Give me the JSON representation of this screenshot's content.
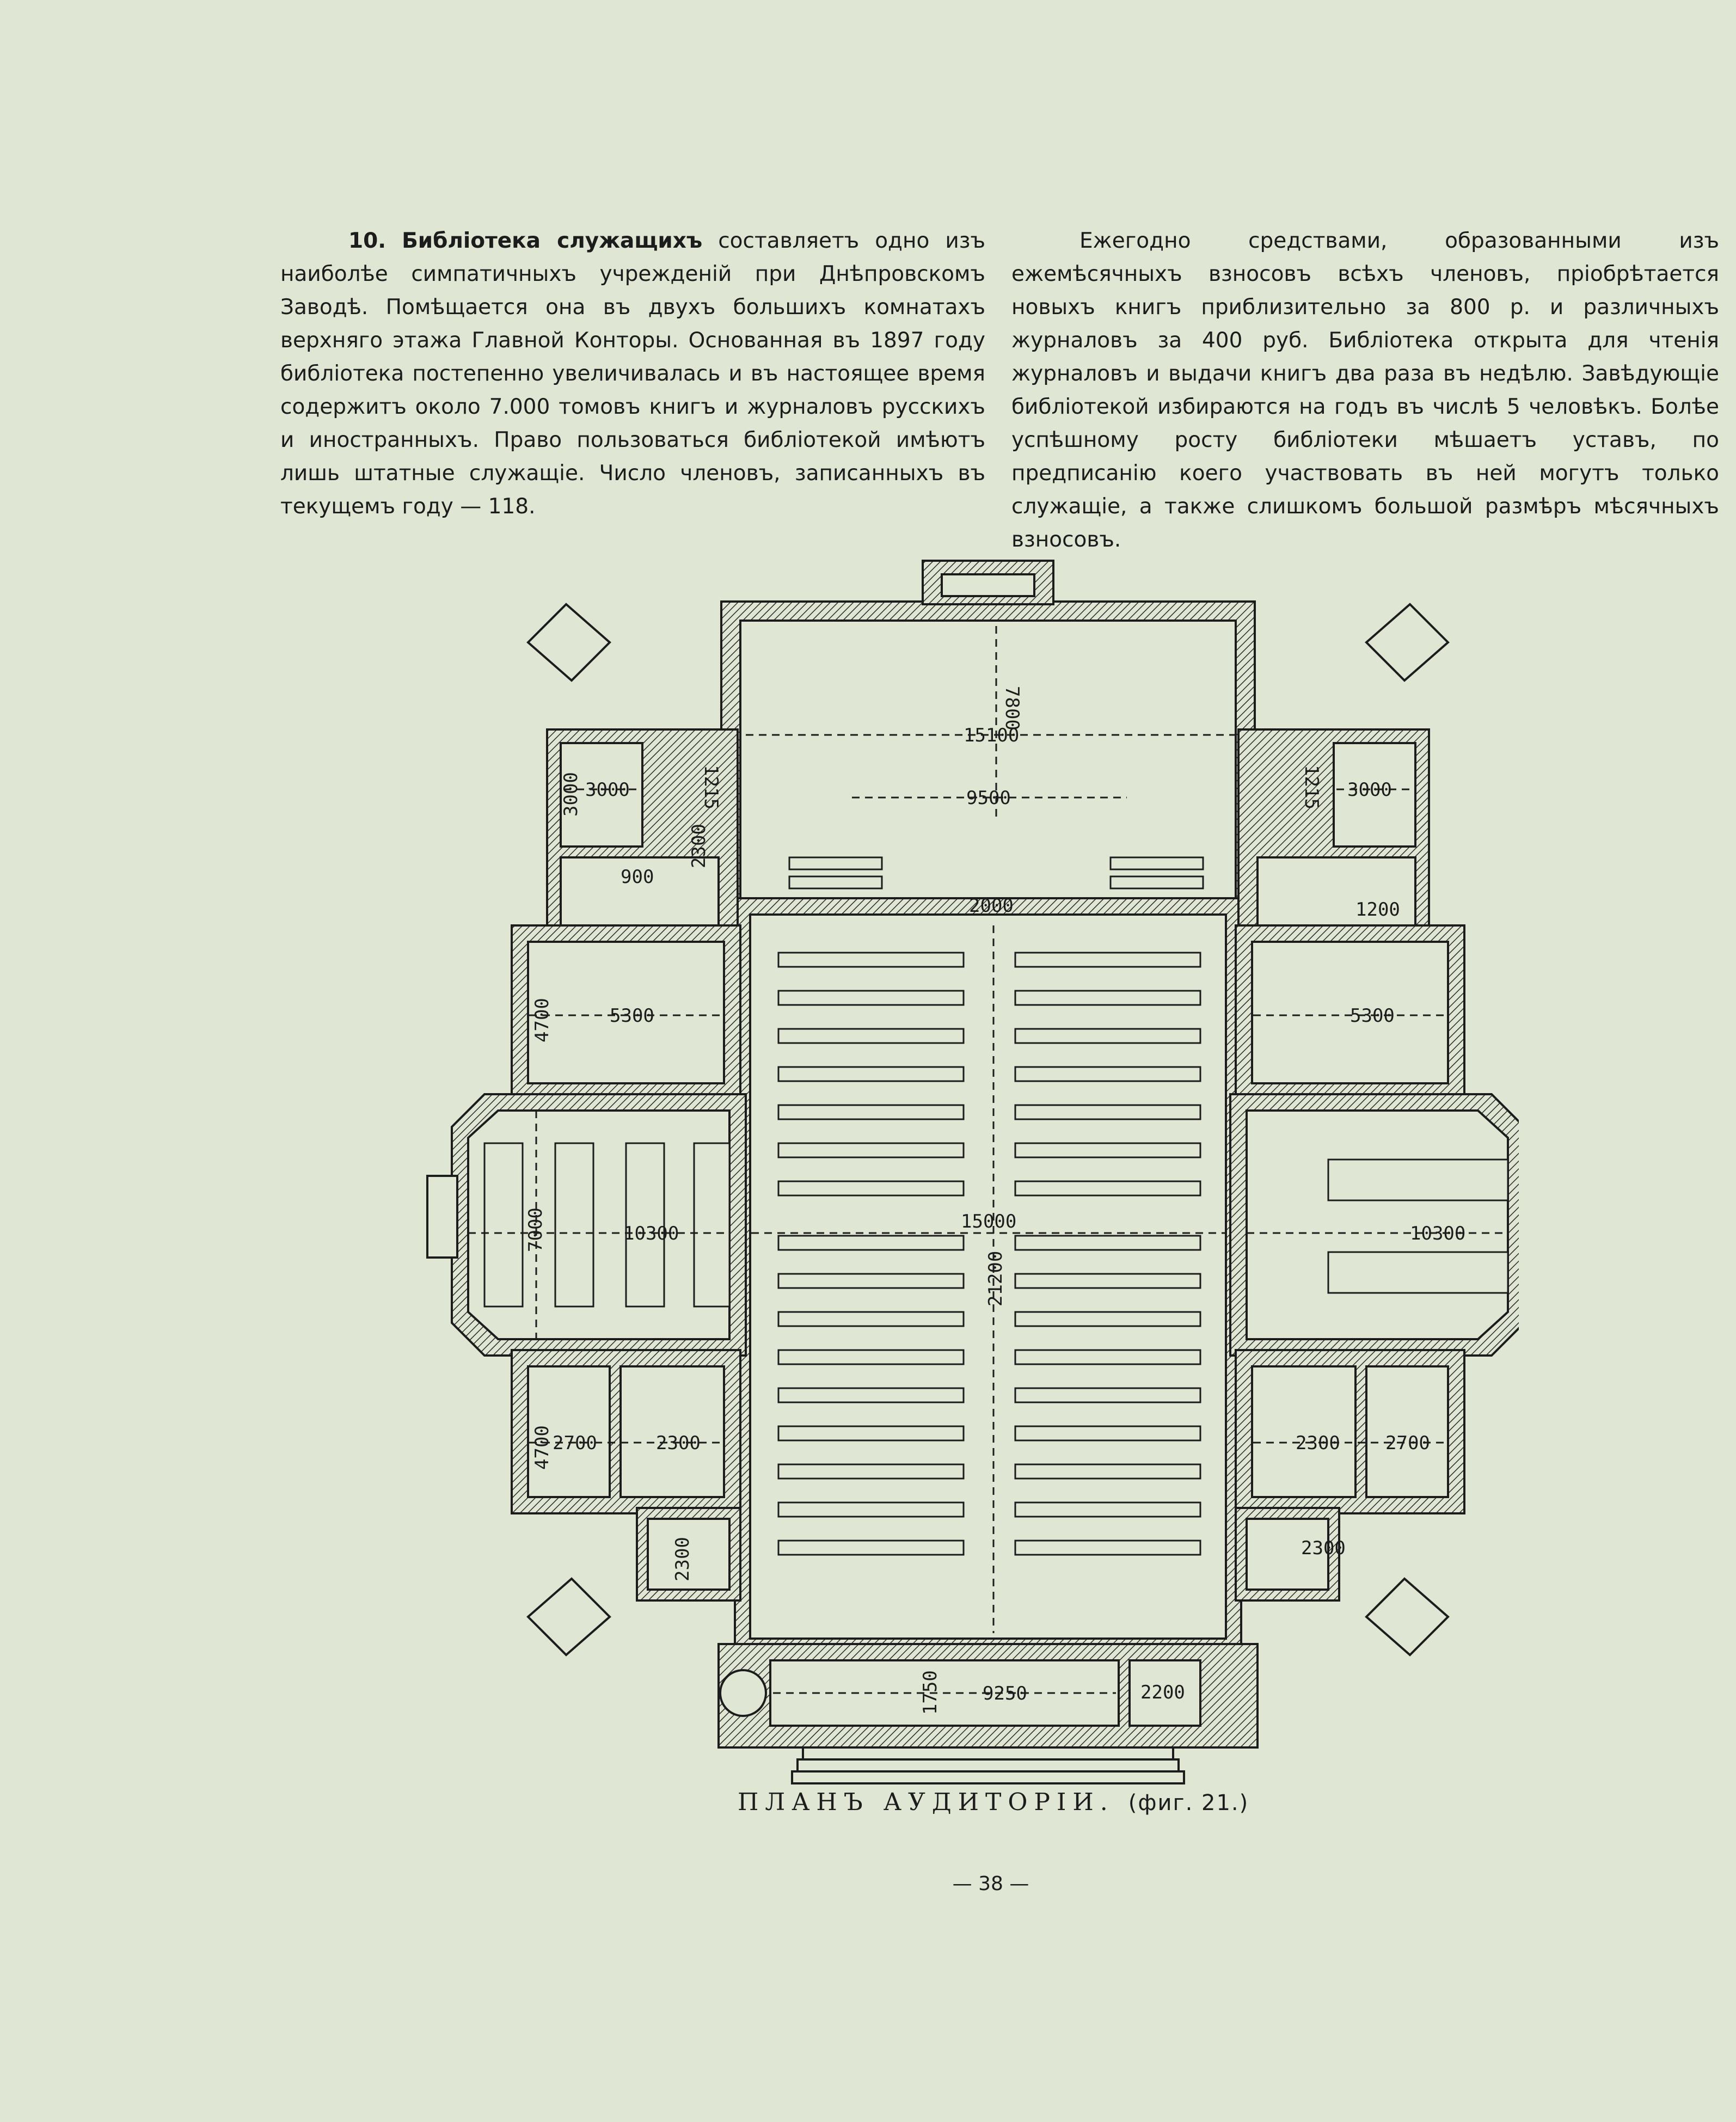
{
  "article": {
    "number": "10.",
    "title": "Библiотека служащихъ",
    "left_text": "составляетъ одно изъ наиболѣе симпатичныхъ учрежденiй при Днѣпровскомъ Заводѣ. Помѣщается она въ двухъ большихъ комнатахъ верхняго этажа Главной Конторы. Основанная въ 1897 году библiотека постепенно увеличивалась и въ настоящее время содержитъ около 7.000 томовъ книгъ и журналовъ русскихъ и иностранныхъ. Право пользоваться библiотекой имѣютъ лишь штатные служащiе. Число членовъ, записанныхъ въ текущемъ году — 118.",
    "right_text": "Ежегодно средствами, образованными изъ ежемѣсячныхъ взносовъ всѣхъ членовъ, прiобрѣтается новыхъ книгъ приблизительно за 800 р. и различныхъ журналовъ за 400 руб. Библiотека открыта для чтенiя журналовъ и выдачи книгъ два раза въ недѣлю. Завѣдующiе библiотекой избираются на годъ въ числѣ 5 человѣкъ. Болѣе успѣшному росту библiотеки мѣшаетъ уставъ, по предписанiю коего участвовать въ ней могутъ только служащiе, а также слишкомъ большой размѣръ мѣсячныхъ взносовъ."
  },
  "plan": {
    "dims": {
      "stage_depth": "7800",
      "stage_width": "15100",
      "stage_inner": "9500",
      "aisle": "2000",
      "hall_length": "21200",
      "hall_width": "15000",
      "wing_left_width": "10300",
      "wing_left_height": "7000",
      "wing_right_width": "10300",
      "ul_room_h": "3000",
      "ul_room_w": "3000",
      "ul_corr": "1215",
      "ur_corr": "1215",
      "ur_room_w": "3000",
      "ul_wc": "900",
      "ul_wc2": "2300",
      "ur_small": "1200",
      "l_room_h": "4700",
      "l_room_w": "5300",
      "r_room_w": "5300",
      "ll_room_h": "4700",
      "ll_room_w": "2700",
      "ll_room_w2": "2300",
      "lr_room_w2": "2300",
      "lr_room_w": "2700",
      "lr_corr": "2300",
      "ll_corr": "2300",
      "lobby_w": "9250",
      "lobby_d": "1750",
      "lr_small": "2200"
    }
  },
  "caption": {
    "title": "ПЛАНЪ АУДИТОРIИ.",
    "fig": "(фиг. 21.)"
  },
  "page_number": "— 38 —"
}
